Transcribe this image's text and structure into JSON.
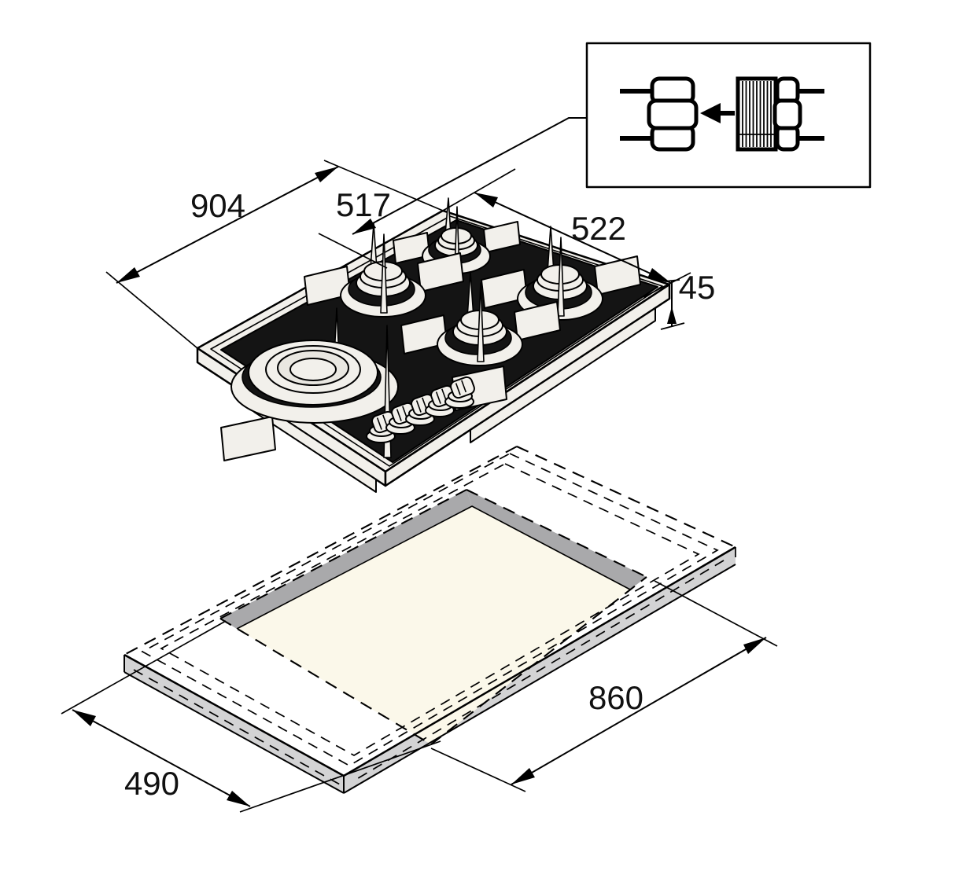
{
  "diagram": {
    "gas_connection_inset": {
      "union_nut_icon": "union-nut-fitting-icon",
      "direction_arrow_icon": "arrow-left-icon",
      "adapter_icon": "threaded-adapter-fitting-icon"
    },
    "hob_view": {
      "dim_width": "904",
      "dim_gas_connection_offset": "517",
      "dim_depth": "522",
      "dim_height": "45",
      "burner_count": 5,
      "control_knob_count": 5
    },
    "worktop_view": {
      "dim_cutout_length": "860",
      "dim_cutout_width": "490"
    },
    "colors": {
      "line": "#000000",
      "hob_glass": "#141414",
      "part_light": "#f2f0eb",
      "worktop": "#d3d3d4",
      "cutout_wall": "#a9a9ab",
      "cutout_opening": "#fbf8ea",
      "background": "#ffffff"
    }
  }
}
